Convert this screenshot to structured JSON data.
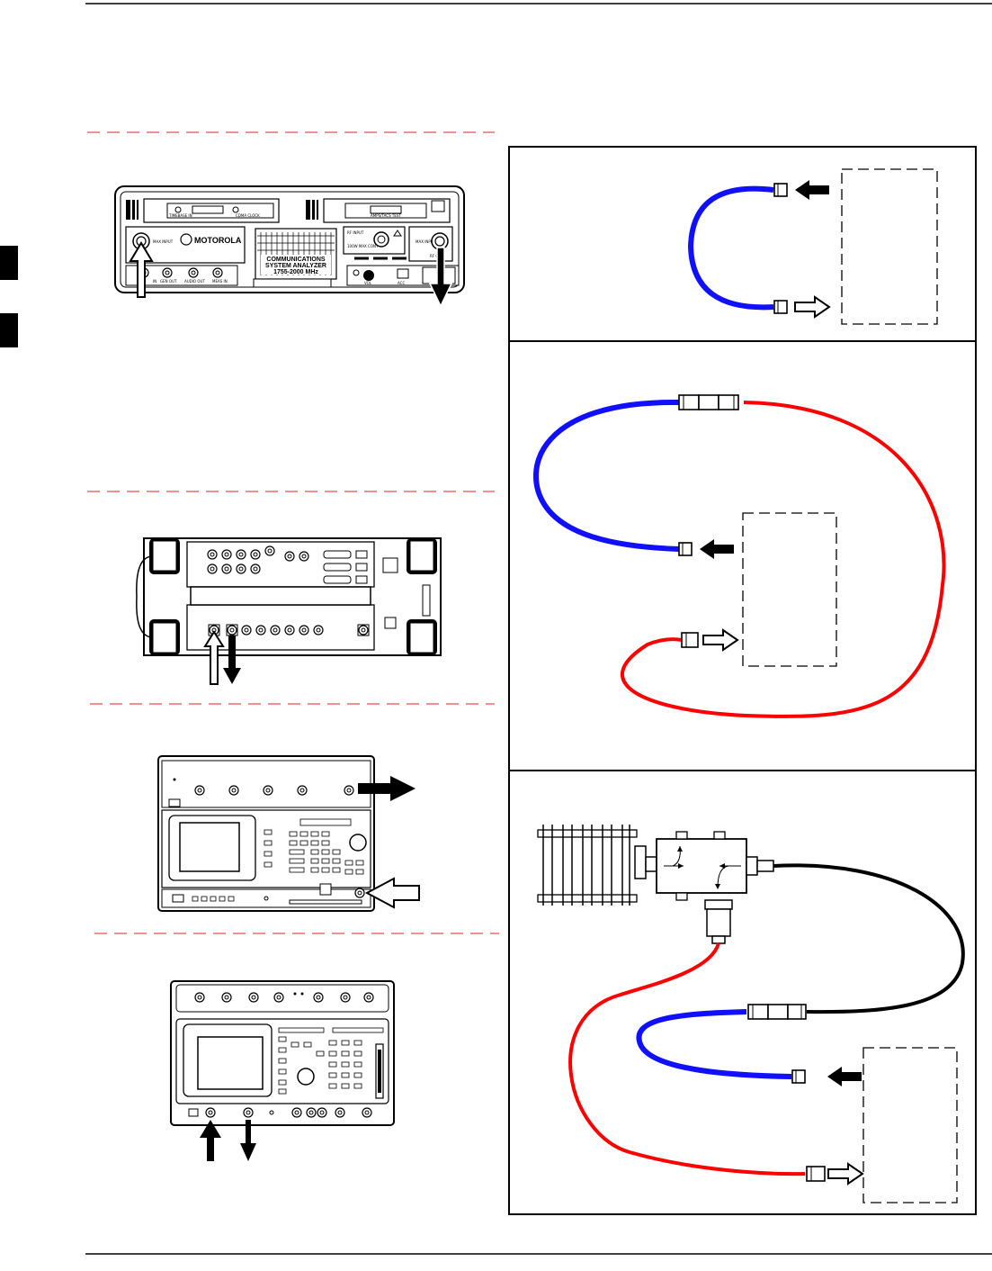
{
  "instruments": {
    "motorola": {
      "brand": "MOTOROLA",
      "product_lines": [
        "COMMUNICATIONS",
        "SYSTEM ANALYZER",
        "1755-2000 MHz"
      ],
      "labels": {
        "timebase_in": "TIMEBASE IN",
        "cdma_clock": "CDMA CLOCK",
        "max_input_left": "MAX INPUT",
        "rf_input": "RF INPUT",
        "max_power": "100W MAX CONT",
        "amps_tacs": "AMPS/TACS TEST",
        "max_input_right": "MAX INPUT",
        "rf_out": "RF OUT",
        "audio_in": "IN",
        "gen_out": "GEN OUT",
        "audio_out": "AUDIO OUT",
        "meas_in": "MEAS IN",
        "vol": "VOL",
        "acc": "ACC"
      }
    }
  },
  "colors": {
    "cable_blue": "#1010ff",
    "cable_red": "#ff0000",
    "cable_black": "#000000",
    "tab_marker": "#000000"
  },
  "icons": [
    "solid-arrow-icon",
    "hollow-arrow-icon",
    "connector-icon",
    "attenuator-icon",
    "directional-coupler-icon"
  ]
}
